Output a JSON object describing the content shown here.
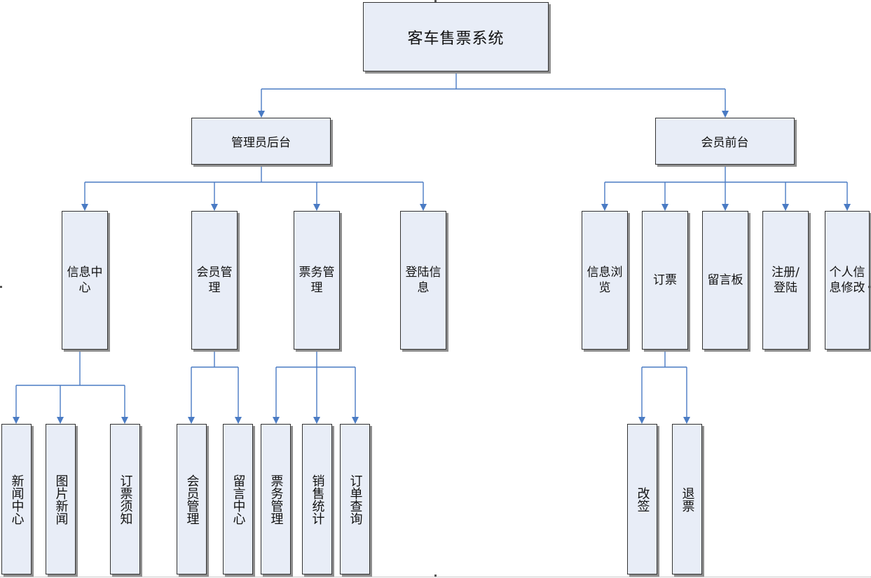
{
  "diagram": {
    "root": "客车售票系统",
    "admin": "管理员后台",
    "member": "会员前台",
    "admin_info_center": "信息中心",
    "admin_member_mgmt": "会员管理",
    "admin_ticket_mgmt": "票务管理",
    "admin_login_info": "登陆信息",
    "member_browse": "信息浏览",
    "member_booking": "订票",
    "member_board": "留言板",
    "member_register": "注册/登陆",
    "member_profile": "个人信息修改",
    "news_center": "新闻中心",
    "photo_news": "图片新闻",
    "booking_notice": "订票须知",
    "member_mgmt_leaf": "会员管理",
    "message_center": "留言中心",
    "ticket_mgmt_leaf": "票务管理",
    "sales_stats": "销售统计",
    "order_query": "订单查询",
    "rebook": "改签",
    "refund": "退票"
  },
  "colors": {
    "connector": "#4a7bc4",
    "node_fill": "#e8edf7",
    "node_border": "#333333"
  }
}
